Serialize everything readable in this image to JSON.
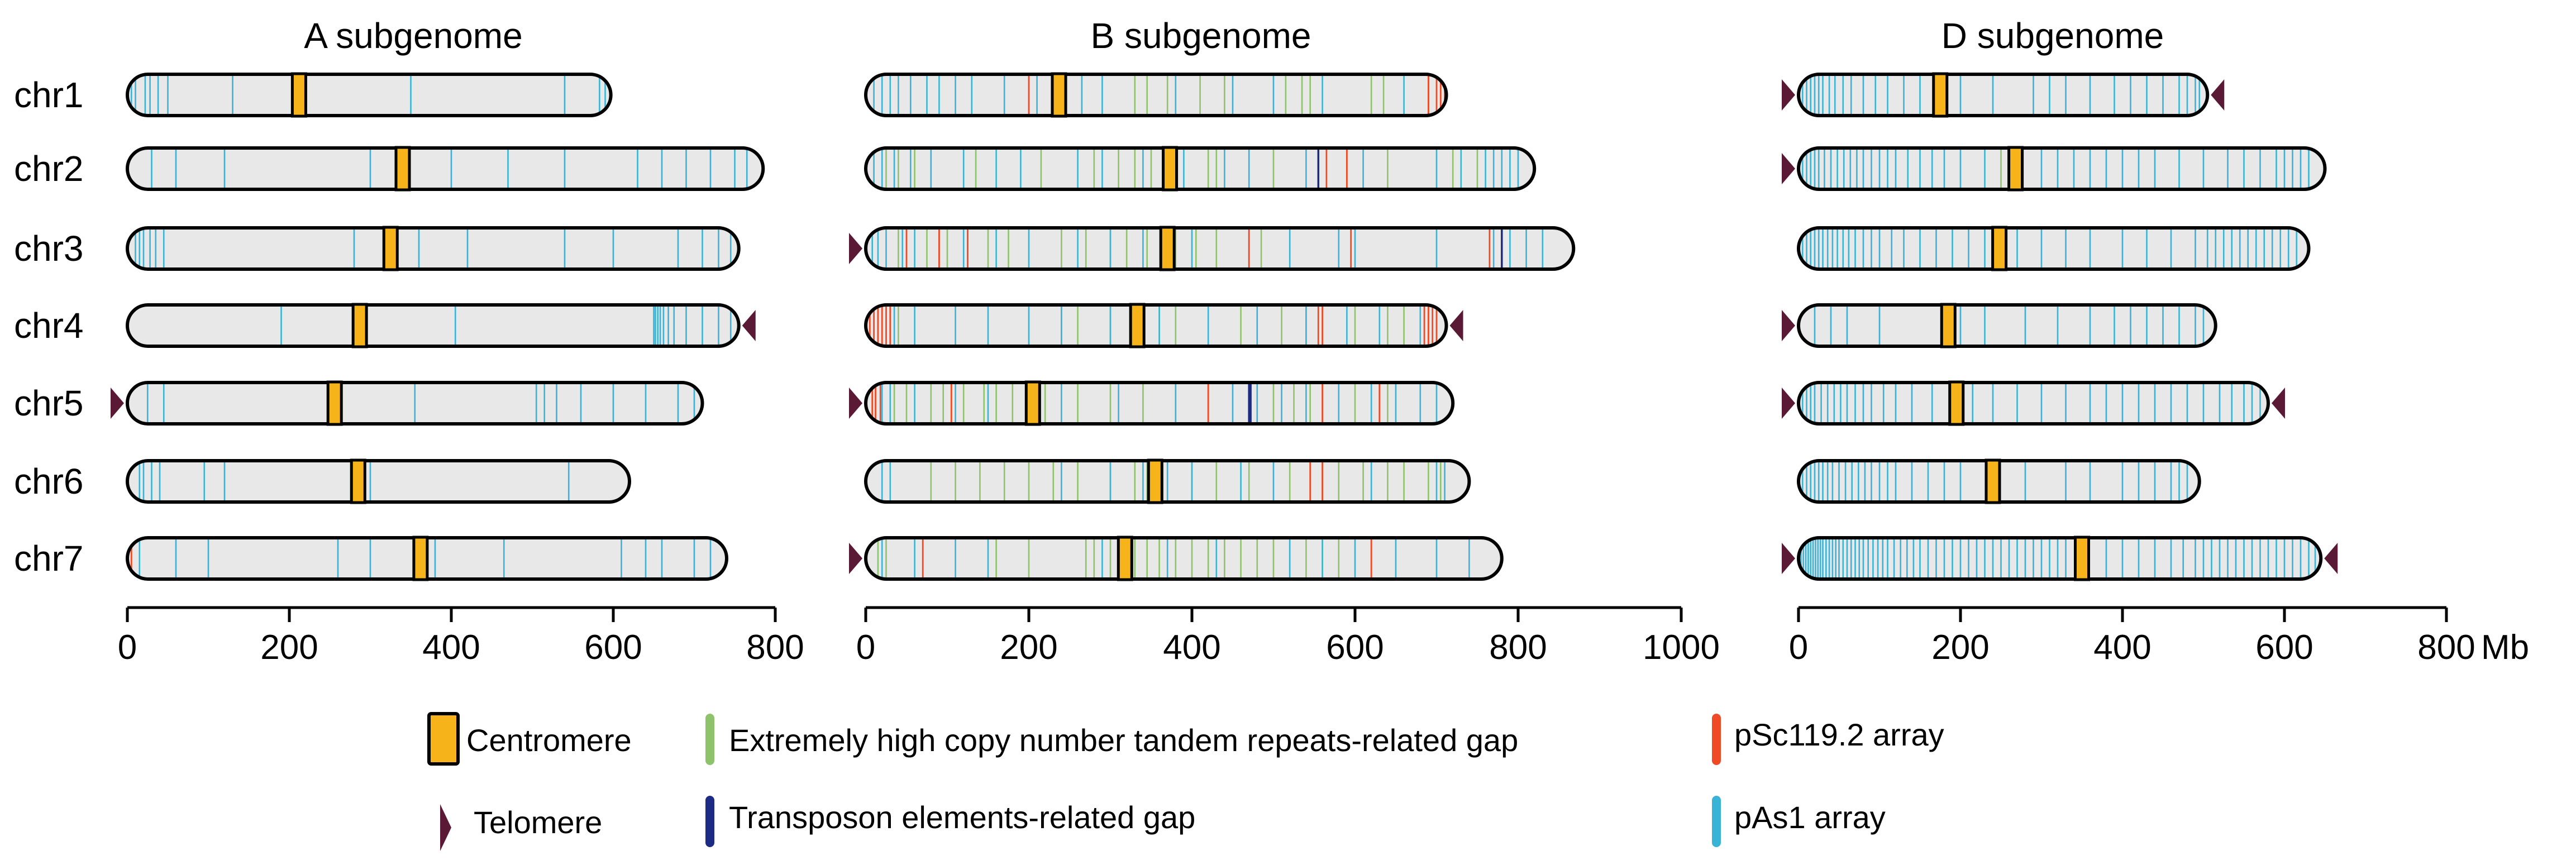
{
  "colors": {
    "chrom_fill": "#e8e8e8",
    "chrom_stroke": "#000000",
    "centromere": "#f7b31a",
    "tandem_gap": "#8fc36b",
    "te_gap": "#1d2b85",
    "psc119": "#ef4a25",
    "pas1": "#3ab4d6",
    "telomere": "#5a1a36"
  },
  "legend": {
    "centromere": "Centromere",
    "telomere": "Telomere",
    "tandem_gap": "Extremely high copy number tandem repeats-related gap",
    "te_gap": "Transposon elements-related gap",
    "psc119": "pSc119.2 array",
    "pas1": "pAs1 array"
  },
  "chart_data": {
    "type": "chromosome_ideogram",
    "unit": "Mb",
    "row_labels": [
      "chr1",
      "chr2",
      "chr3",
      "chr4",
      "chr5",
      "chr6",
      "chr7"
    ],
    "panels": [
      {
        "title": "A subgenome",
        "xlim": [
          0,
          800
        ],
        "ticks": [
          0,
          200,
          400,
          600,
          800
        ],
        "chromosomes": [
          {
            "name": "chr1",
            "length": 597,
            "centromere": 212,
            "telomere_left": false,
            "telomere_right": false,
            "pas1": [
              5,
              10,
              22,
              28,
              38,
              50,
              130,
              350,
              540,
              583,
              590
            ],
            "psc119": [],
            "tandem": [],
            "te": []
          },
          {
            "name": "chr2",
            "length": 785,
            "centromere": 340,
            "telomere_left": false,
            "telomere_right": false,
            "pas1": [
              30,
              60,
              120,
              300,
              400,
              470,
              540,
              630,
              660,
              690,
              720,
              750,
              765
            ],
            "psc119": [],
            "tandem": [],
            "te": []
          },
          {
            "name": "chr3",
            "length": 755,
            "centromere": 325,
            "telomere_left": false,
            "telomere_right": false,
            "pas1": [
              10,
              15,
              20,
              28,
              35,
              45,
              280,
              360,
              420,
              540,
              600,
              680,
              710,
              730,
              745
            ],
            "psc119": [],
            "tandem": [],
            "te": []
          },
          {
            "name": "chr4",
            "length": 755,
            "centromere": 287,
            "telomere_left": false,
            "telomere_right": true,
            "pas1": [
              190,
              405,
              650,
              652,
              655,
              658,
              662,
              668,
              675,
              690,
              710,
              730,
              745
            ],
            "psc119": [],
            "tandem": [],
            "te": []
          },
          {
            "name": "chr5",
            "length": 710,
            "centromere": 256,
            "telomere_left": true,
            "telomere_right": false,
            "pas1": [
              25,
              45,
              355,
              505,
              515,
              530,
              560,
              600,
              640,
              680,
              700
            ],
            "psc119": [],
            "tandem": [],
            "te": []
          },
          {
            "name": "chr6",
            "length": 620,
            "centromere": 285,
            "telomere_left": false,
            "telomere_right": false,
            "pas1": [
              15,
              20,
              30,
              40,
              95,
              120,
              300,
              545
            ],
            "psc119": [],
            "tandem": [],
            "te": []
          },
          {
            "name": "chr7",
            "length": 740,
            "centromere": 362,
            "telomere_left": false,
            "telomere_right": false,
            "pas1": [
              15,
              60,
              100,
              260,
              300,
              380,
              465,
              610,
              640,
              660,
              700,
              720
            ],
            "psc119": [
              5
            ],
            "tandem": [],
            "te": []
          }
        ]
      },
      {
        "title": "B subgenome",
        "xlim": [
          0,
          1000
        ],
        "ticks": [
          0,
          200,
          400,
          600,
          800,
          1000
        ],
        "chromosomes": [
          {
            "name": "chr1",
            "length": 712,
            "centromere": 237,
            "telomere_left": false,
            "telomere_right": false,
            "pas1": [
              10,
              20,
              30,
              40,
              55,
              75,
              90,
              110,
              130,
              170,
              210,
              265,
              290,
              380,
              450,
              500,
              560,
              660,
              690
            ],
            "psc119": [
              200,
              690,
              700,
              705,
              710
            ],
            "tandem": [
              330,
              345,
              370,
              410,
              440,
              515,
              535,
              545,
              620,
              635,
              690
            ],
            "te": []
          },
          {
            "name": "chr2",
            "length": 820,
            "centromere": 373,
            "telomere_left": false,
            "telomere_right": false,
            "pas1": [
              10,
              20,
              35,
              55,
              80,
              120,
              160,
              190,
              260,
              290,
              340,
              365,
              390,
              440,
              470,
              540,
              610,
              700,
              730,
              760,
              770,
              780,
              790,
              800
            ],
            "psc119": [
              565,
              590
            ],
            "tandem": [
              25,
              40,
              60,
              135,
              215,
              280,
              310,
              330,
              350,
              420,
              430,
              500,
              640,
              720,
              750
            ],
            "te": [
              555
            ]
          },
          {
            "name": "chr3",
            "length": 868,
            "centromere": 370,
            "telomere_left": true,
            "telomere_right": false,
            "pas1": [
              8,
              15,
              25,
              45,
              60,
              90,
              120,
              160,
              200,
              260,
              300,
              340,
              400,
              470,
              520,
              580,
              600,
              700,
              770,
              780,
              790,
              810,
              830
            ],
            "psc119": [
              50,
              90,
              125,
              470,
              595,
              765
            ],
            "tandem": [
              40,
              75,
              100,
              150,
              175,
              240,
              270,
              300,
              320,
              345,
              380,
              405,
              430,
              485
            ],
            "te": [
              780
            ]
          },
          {
            "name": "chr4",
            "length": 712,
            "centromere": 333,
            "telomere_left": false,
            "telomere_right": true,
            "pas1": [
              35,
              60,
              110,
              150,
              200,
              240,
              300,
              360,
              420,
              480,
              540,
              590,
              630,
              680
            ],
            "psc119": [
              5,
              10,
              15,
              20,
              25,
              30,
              555,
              560,
              685,
              690,
              695,
              700
            ],
            "tandem": [
              40,
              240,
              260,
              300,
              340,
              360,
              380,
              460,
              510,
              540,
              600,
              640,
              660
            ],
            "te": []
          },
          {
            "name": "chr5",
            "length": 720,
            "centromere": 205,
            "telomere_left": true,
            "telomere_right": false,
            "pas1": [
              20,
              30,
              60,
              110,
              150,
              240,
              310,
              380,
              420,
              450,
              480,
              510,
              540,
              580,
              620,
              650,
              680,
              700
            ],
            "psc119": [
              8,
              12,
              18,
              105,
              210,
              420,
              560,
              630
            ],
            "tandem": [
              35,
              50,
              80,
              95,
              120,
              145,
              160,
              180,
              220,
              260,
              300,
              340,
              380,
              470,
              500,
              525,
              545,
              600,
              640
            ],
            "te": [
              470,
              472
            ]
          },
          {
            "name": "chr6",
            "length": 740,
            "centromere": 355,
            "telomere_left": false,
            "telomere_right": false,
            "pas1": [
              20,
              30,
              240,
              300,
              340,
              370,
              400,
              460,
              500,
              560,
              620,
              700,
              710
            ],
            "psc119": [
              545,
              560
            ],
            "tandem": [
              80,
              110,
              140,
              170,
              200,
              230,
              260,
              300,
              330,
              345,
              360,
              400,
              430,
              470,
              520,
              580,
              610,
              640,
              660,
              690,
              705
            ],
            "te": []
          },
          {
            "name": "chr7",
            "length": 780,
            "centromere": 318,
            "telomere_left": true,
            "telomere_right": false,
            "pas1": [
              20,
              60,
              110,
              150,
              290,
              370,
              430,
              520,
              560,
              600,
              650,
              700,
              740
            ],
            "psc119": [
              70,
              620
            ],
            "tandem": [
              15,
              25,
              160,
              200,
              270,
              280,
              300,
              310,
              330,
              345,
              360,
              380,
              400,
              420,
              440,
              460,
              480,
              500,
              520,
              540,
              560,
              580
            ],
            "te": []
          }
        ]
      },
      {
        "title": "D subgenome",
        "xlim": [
          0,
          800
        ],
        "ticks": [
          0,
          200,
          400,
          600,
          800
        ],
        "chromosomes": [
          {
            "name": "chr1",
            "length": 505,
            "centromere": 175,
            "telomere_left": true,
            "telomere_right": true,
            "pas1": [
              5,
              10,
              15,
              20,
              25,
              30,
              38,
              45,
              55,
              65,
              80,
              95,
              110,
              130,
              150,
              200,
              240,
              290,
              310,
              330,
              360,
              390,
              410,
              430,
              450,
              470,
              480,
              490,
              495
            ],
            "psc119": [],
            "tandem": [],
            "te": []
          },
          {
            "name": "chr2",
            "length": 650,
            "centromere": 268,
            "telomere_left": true,
            "telomere_right": false,
            "pas1": [
              5,
              10,
              15,
              20,
              25,
              32,
              40,
              48,
              56,
              64,
              72,
              80,
              90,
              100,
              110,
              120,
              135,
              150,
              165,
              180,
              200,
              230,
              300,
              320,
              340,
              360,
              380,
              400,
              420,
              440,
              470,
              500,
              530,
              550,
              570,
              590,
              600,
              610,
              620,
              630
            ],
            "psc119": [],
            "tandem": [
              250
            ],
            "te": []
          },
          {
            "name": "chr3",
            "length": 630,
            "centromere": 248,
            "telomere_left": false,
            "telomere_right": false,
            "pas1": [
              5,
              10,
              15,
              20,
              25,
              30,
              36,
              42,
              48,
              55,
              62,
              70,
              80,
              90,
              100,
              115,
              130,
              150,
              170,
              190,
              210,
              230,
              270,
              300,
              330,
              360,
              400,
              430,
              460,
              490,
              505,
              515,
              525,
              535,
              545,
              555,
              565,
              575,
              585,
              595,
              605,
              615
            ],
            "psc119": [],
            "tandem": [],
            "te": []
          },
          {
            "name": "chr4",
            "length": 515,
            "centromere": 185,
            "telomere_left": true,
            "telomere_right": false,
            "pas1": [
              20,
              40,
              60,
              100,
              200,
              230,
              280,
              320,
              360,
              390,
              410,
              430,
              450,
              470,
              490,
              500
            ],
            "psc119": [],
            "tandem": [],
            "te": []
          },
          {
            "name": "chr5",
            "length": 580,
            "centromere": 195,
            "telomere_left": true,
            "telomere_right": true,
            "pas1": [
              5,
              10,
              15,
              20,
              28,
              36,
              44,
              52,
              60,
              70,
              80,
              90,
              105,
              120,
              140,
              165,
              215,
              240,
              270,
              300,
              330,
              360,
              380,
              400,
              420,
              440,
              460,
              480,
              500,
              520,
              535,
              550,
              560,
              570
            ],
            "psc119": [],
            "tandem": [],
            "te": []
          },
          {
            "name": "chr6",
            "length": 495,
            "centromere": 240,
            "telomere_left": false,
            "telomere_right": false,
            "pas1": [
              5,
              10,
              15,
              20,
              25,
              30,
              36,
              42,
              50,
              58,
              66,
              74,
              82,
              90,
              100,
              110,
              120,
              140,
              160,
              180,
              200,
              280,
              330,
              360,
              400,
              420,
              440,
              460,
              470,
              480
            ],
            "psc119": [],
            "tandem": [],
            "te": []
          },
          {
            "name": "chr7",
            "length": 645,
            "centromere": 350,
            "telomere_left": true,
            "telomere_right": true,
            "pas1": [
              3,
              6,
              9,
              12,
              15,
              18,
              21,
              24,
              27,
              30,
              34,
              38,
              42,
              46,
              50,
              55,
              60,
              65,
              70,
              75,
              80,
              86,
              92,
              98,
              104,
              110,
              118,
              126,
              134,
              142,
              150,
              160,
              170,
              180,
              190,
              200,
              210,
              220,
              230,
              240,
              250,
              260,
              270,
              280,
              290,
              300,
              310,
              320,
              330,
              380,
              400,
              420,
              440,
              460,
              475,
              490,
              500,
              510,
              520,
              530,
              540,
              550,
              560,
              570,
              580,
              590,
              600,
              610,
              620,
              630,
              638
            ],
            "psc119": [],
            "tandem": [],
            "te": []
          }
        ]
      }
    ]
  }
}
